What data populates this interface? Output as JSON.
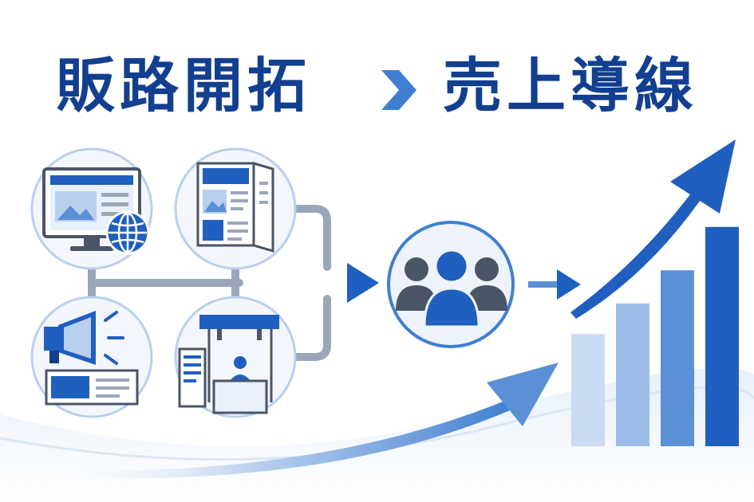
{
  "title": {
    "left": "販路開拓",
    "right": "売上導線"
  },
  "colors": {
    "navy": "#123f8f",
    "blue": "#1f5fbf",
    "mid_blue": "#5b8fd6",
    "light_blue": "#b9cfee",
    "pale_blue": "#e8f0fb",
    "gray": "#9aa7b8",
    "dark_gray": "#4a5566"
  },
  "icons": {
    "channels": [
      "website-globe-icon",
      "brochure-icon",
      "megaphone-ad-icon",
      "exhibition-booth-icon"
    ],
    "hub": "customer-group-icon",
    "growth": "rising-bar-chart-icon"
  },
  "bar_levels": [
    0.44,
    0.56,
    0.69,
    0.86
  ]
}
